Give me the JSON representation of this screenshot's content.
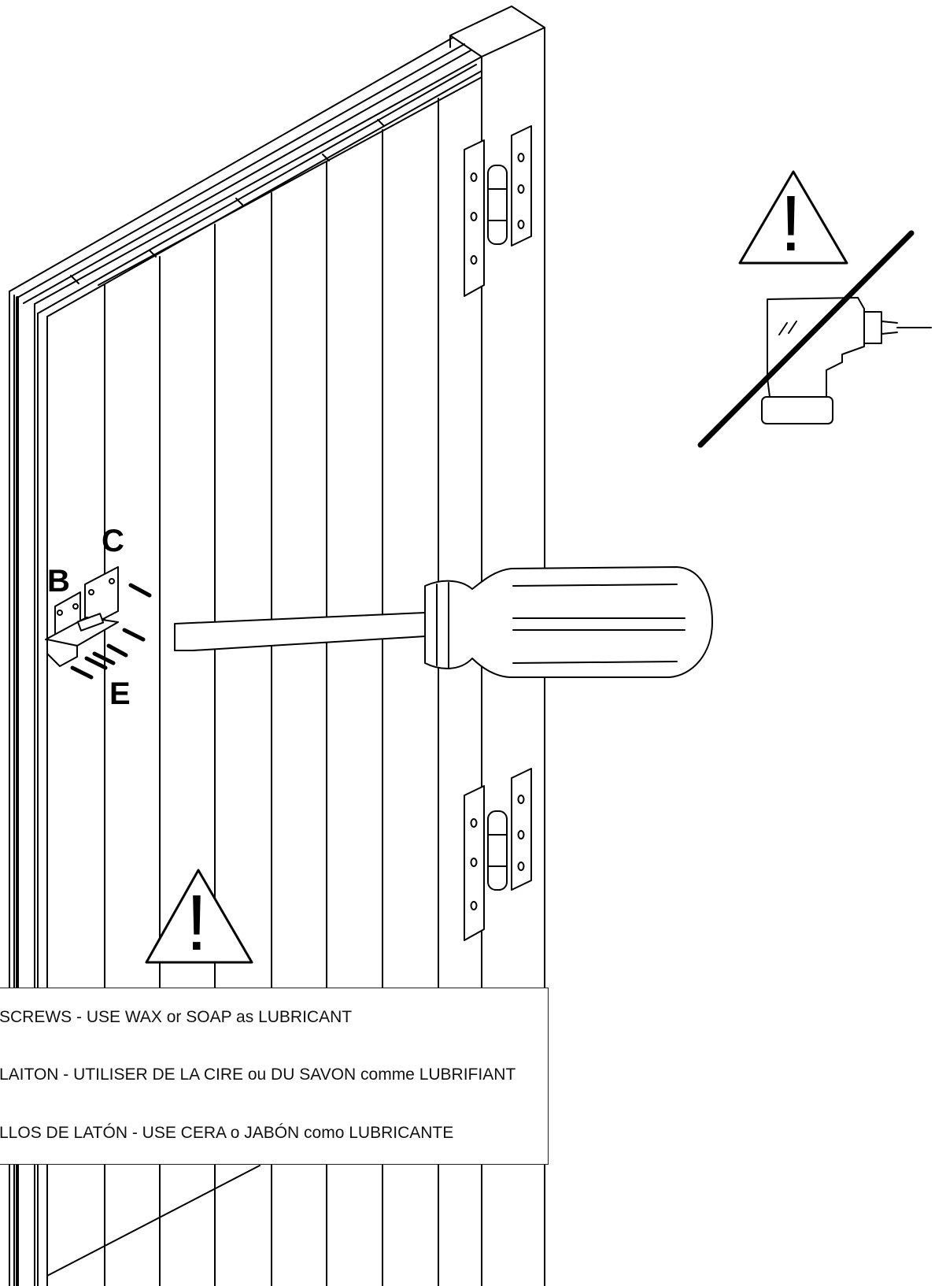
{
  "labels": {
    "part_b": "B",
    "part_c": "C",
    "part_e": "E"
  },
  "warnings": {
    "top_symbol": "!",
    "bottom_symbol": "!"
  },
  "notice": {
    "lines": [
      "SCREWS - USE WAX or SOAP as LUBRICANT",
      "LAITON - UTILISER DE LA CIRE ou DU SAVON comme LUBRIFIANT",
      "LLOS DE LATÓN - USE CERA o JABÓN como LUBRICANTE"
    ]
  },
  "icons": {
    "warning": "warning-triangle-icon",
    "no_power_drill": "no-power-drill-icon",
    "screwdriver": "screwdriver-icon",
    "hinge": "hinge-icon",
    "latch": "latch-icon",
    "screw": "screw-icon"
  }
}
